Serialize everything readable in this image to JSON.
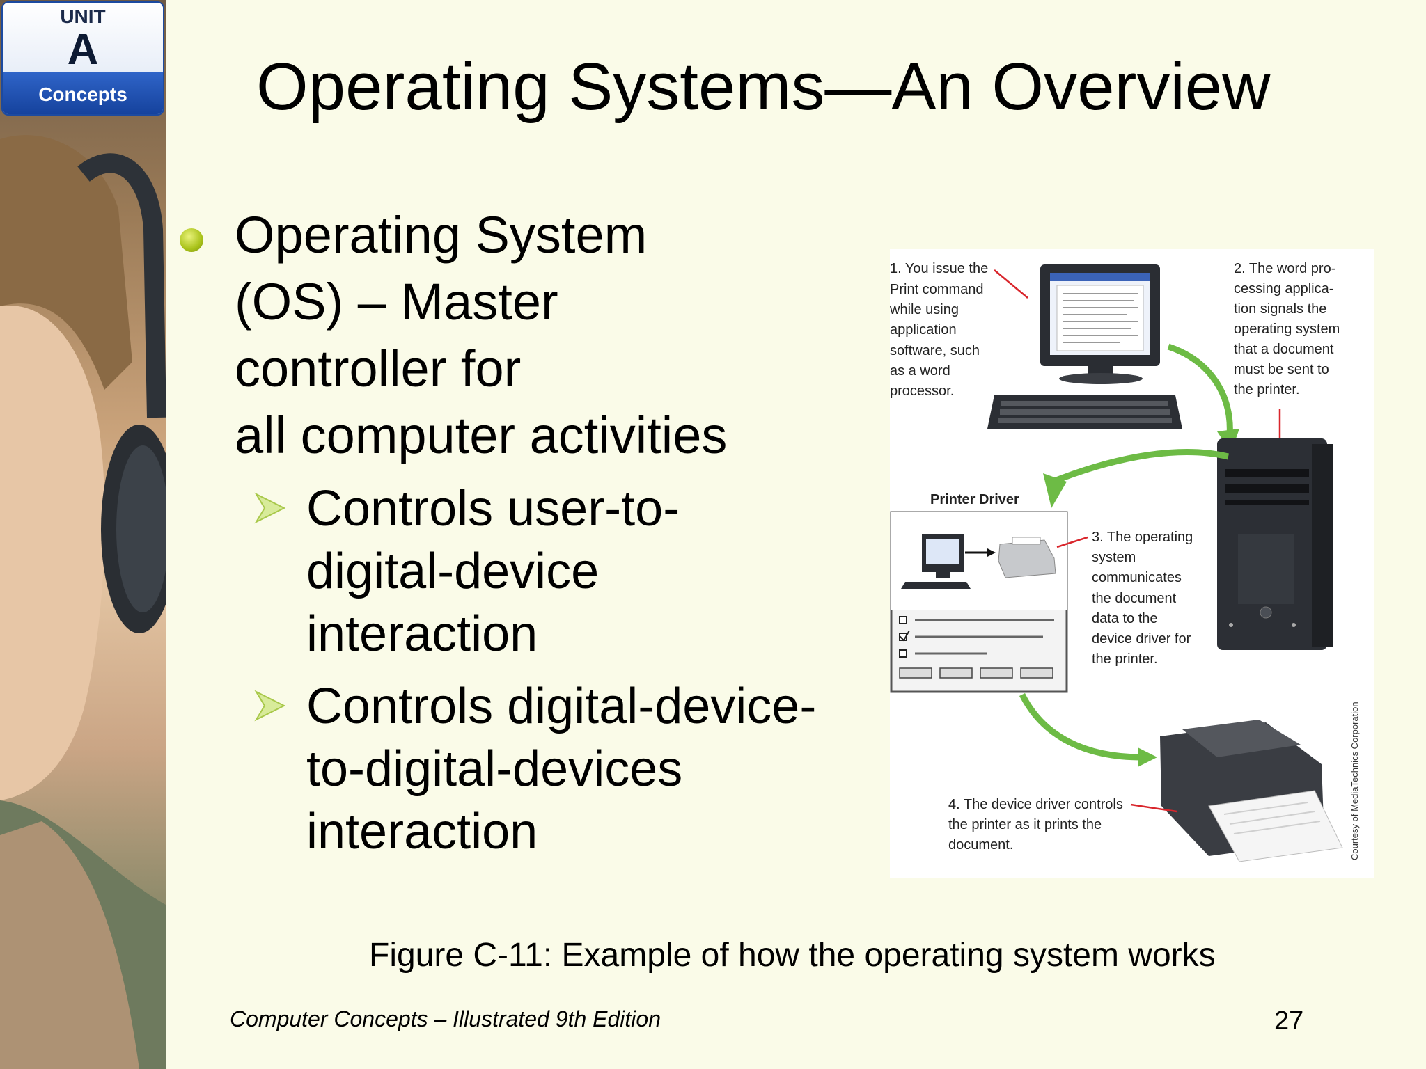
{
  "badge": {
    "unit_word": "UNIT",
    "unit_letter": "A",
    "section": "Concepts"
  },
  "title": "Operating Systems—An Overview",
  "bullet": {
    "lines": [
      "Operating System",
      "(OS) – Master",
      "controller for",
      "all computer activities"
    ]
  },
  "sub_bullets": [
    {
      "lines": [
        "Controls user-to-",
        "digital-device",
        "interaction"
      ]
    },
    {
      "lines": [
        "Controls digital-device-",
        "to-digital-devices",
        "interaction"
      ]
    }
  ],
  "figure": {
    "step1": [
      "1. You issue the",
      "Print command",
      "while using",
      "application",
      "software, such",
      "as a word",
      "processor."
    ],
    "step2": [
      "2. The word pro-",
      "cessing applica-",
      "tion signals the",
      "operating system",
      "that a document",
      "must be sent to",
      "the printer."
    ],
    "step3": [
      "3. The operating",
      "system",
      "communicates",
      "the document",
      "data to the",
      "device driver for",
      "the printer."
    ],
    "step4": [
      "4. The device driver controls",
      "the printer as it prints the",
      "document."
    ],
    "driver_label": "Printer Driver",
    "credit": "Courtesy of MediaTechnics Corporation",
    "arrow_color": "#6dbb45",
    "pointer_color": "#d9262c"
  },
  "caption": "Figure C-11: Example of how the operating system works",
  "footer": {
    "book": "Computer Concepts – Illustrated 9th Edition",
    "page": "27"
  }
}
